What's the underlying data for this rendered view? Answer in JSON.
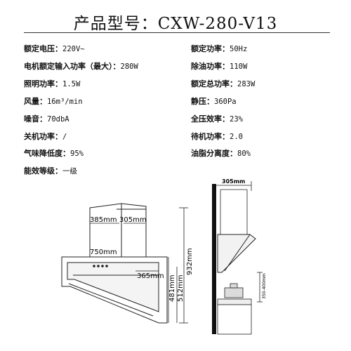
{
  "title": "产品型号：CXW-280-V13",
  "specs_left": [
    {
      "key": "额定电压：",
      "value": "220V~"
    },
    {
      "key": "电机额定输入功率（最大）：",
      "value": "280W"
    },
    {
      "key": "照明功率：",
      "value": "1.5W"
    },
    {
      "key": "风量：",
      "value": "16m³/min"
    },
    {
      "key": "噪音：",
      "value": "70dbA"
    },
    {
      "key": "关机功率：",
      "value": "/"
    },
    {
      "key": "气味降低度：",
      "value": "95%"
    },
    {
      "key": "能效等级：",
      "value": "一级"
    }
  ],
  "specs_right": [
    {
      "key": "额定功率：",
      "value": "50Hz"
    },
    {
      "key": "除油功率：",
      "value": "110W"
    },
    {
      "key": "额定总功率：",
      "value": "283W"
    },
    {
      "key": "静压：",
      "value": "360Pa"
    },
    {
      "key": "全压效率：",
      "value": "23%"
    },
    {
      "key": "待机功率：",
      "value": "2.0"
    },
    {
      "key": "油脂分离度：",
      "value": "80%"
    }
  ],
  "dimensions": {
    "top_depth": "385mm",
    "top_width": "305mm",
    "body_width": "750mm",
    "panel_depth": "365mm",
    "total_height": "932mm",
    "body_height": "512mm",
    "panel_height": "481mm",
    "side_depth": "305mm",
    "mount_height": "350-400mm"
  }
}
